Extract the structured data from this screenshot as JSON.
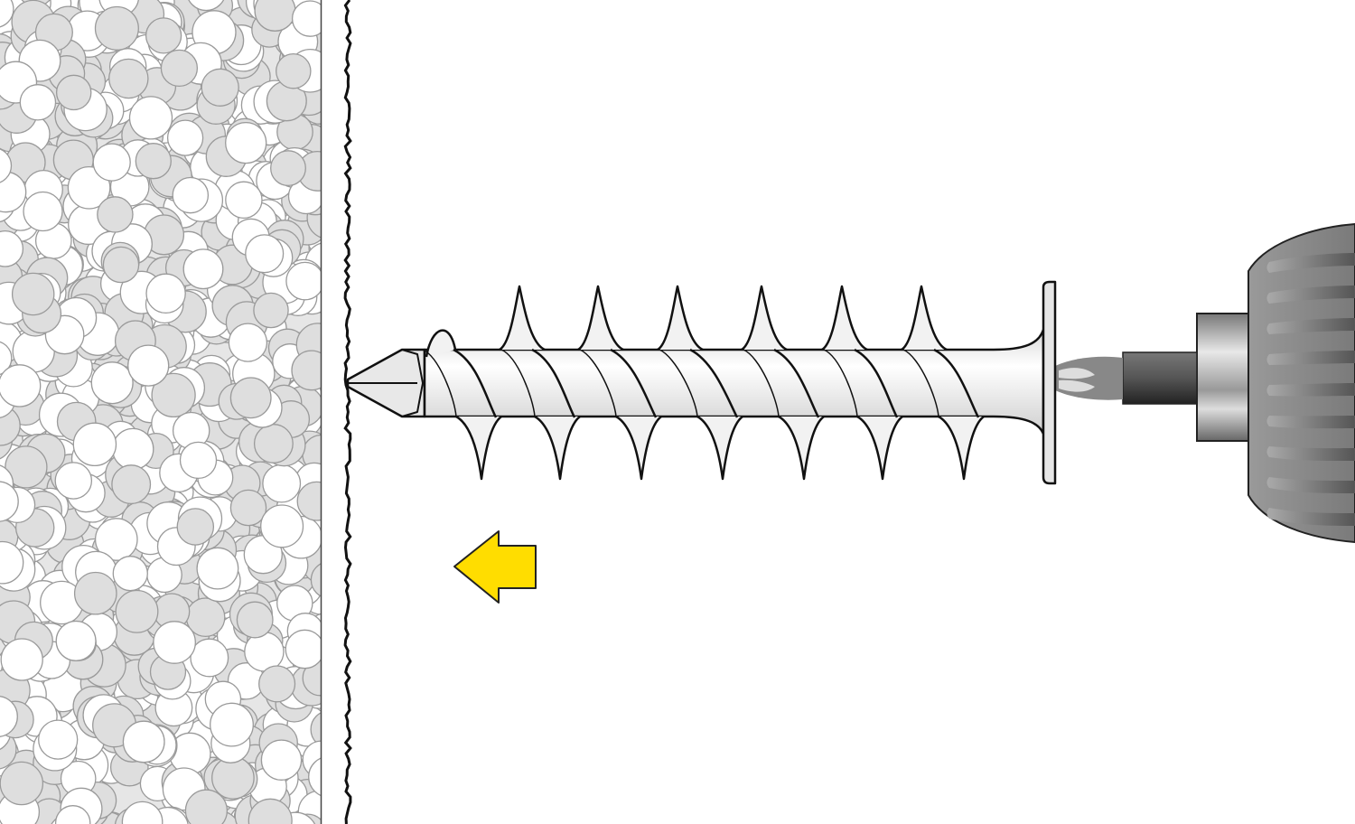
{
  "illustration": {
    "subject": "insulation-anchor-screw-installation",
    "colors": {
      "insulation_fill": "#e6e6e6",
      "insulation_bead_light": "#ffffff",
      "insulation_bead_stroke": "#9a9a9a",
      "screw_fill": "#f0f0f0",
      "outline": "#111111",
      "drill_body": "#8a8a8a",
      "arrow": "#ffdd00"
    },
    "icons": [
      "insulation-layer",
      "wall-surface",
      "anchor-screw",
      "drill-bit",
      "drill-chuck",
      "direction-arrow-left"
    ]
  }
}
